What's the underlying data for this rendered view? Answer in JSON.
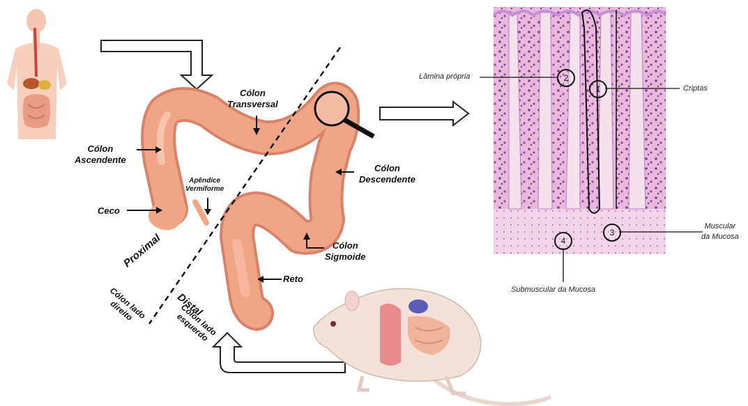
{
  "colon_labels": {
    "transversal": [
      "Cólon",
      "Transversal"
    ],
    "ascendente": [
      "Cólon",
      "Ascendente"
    ],
    "descendente": [
      "Cólon",
      "Descendente"
    ],
    "sigmoide": [
      "Cólon",
      "Sigmoide"
    ],
    "apendice": [
      "Apêndice",
      "Vermiforme"
    ],
    "ceco": "Ceco",
    "reto": "Reto"
  },
  "regions": {
    "proximal": "Proximal",
    "proximal_sub": [
      "Cólon lado",
      "direito"
    ],
    "distal": "Distal",
    "distal_sub": [
      "Cólon lado",
      "esquerdo"
    ]
  },
  "histology": {
    "lamina_propria": "Lâmina própria",
    "criptas": "Criptas",
    "muscular": [
      "Muscular",
      "da Mucosa"
    ],
    "submuscular": "Submuscular da Mucosa",
    "markers": [
      "1",
      "2",
      "3",
      "4"
    ]
  },
  "colors": {
    "colon": "#f0a587",
    "colon_dark": "#d9826a",
    "tissue_pink": "#e7b2d6",
    "tissue_purple": "#8a4f9e",
    "arrow_outline": "#222222"
  },
  "icons": [
    "human-body-icon",
    "rat-anatomy-icon",
    "magnifier-icon"
  ]
}
